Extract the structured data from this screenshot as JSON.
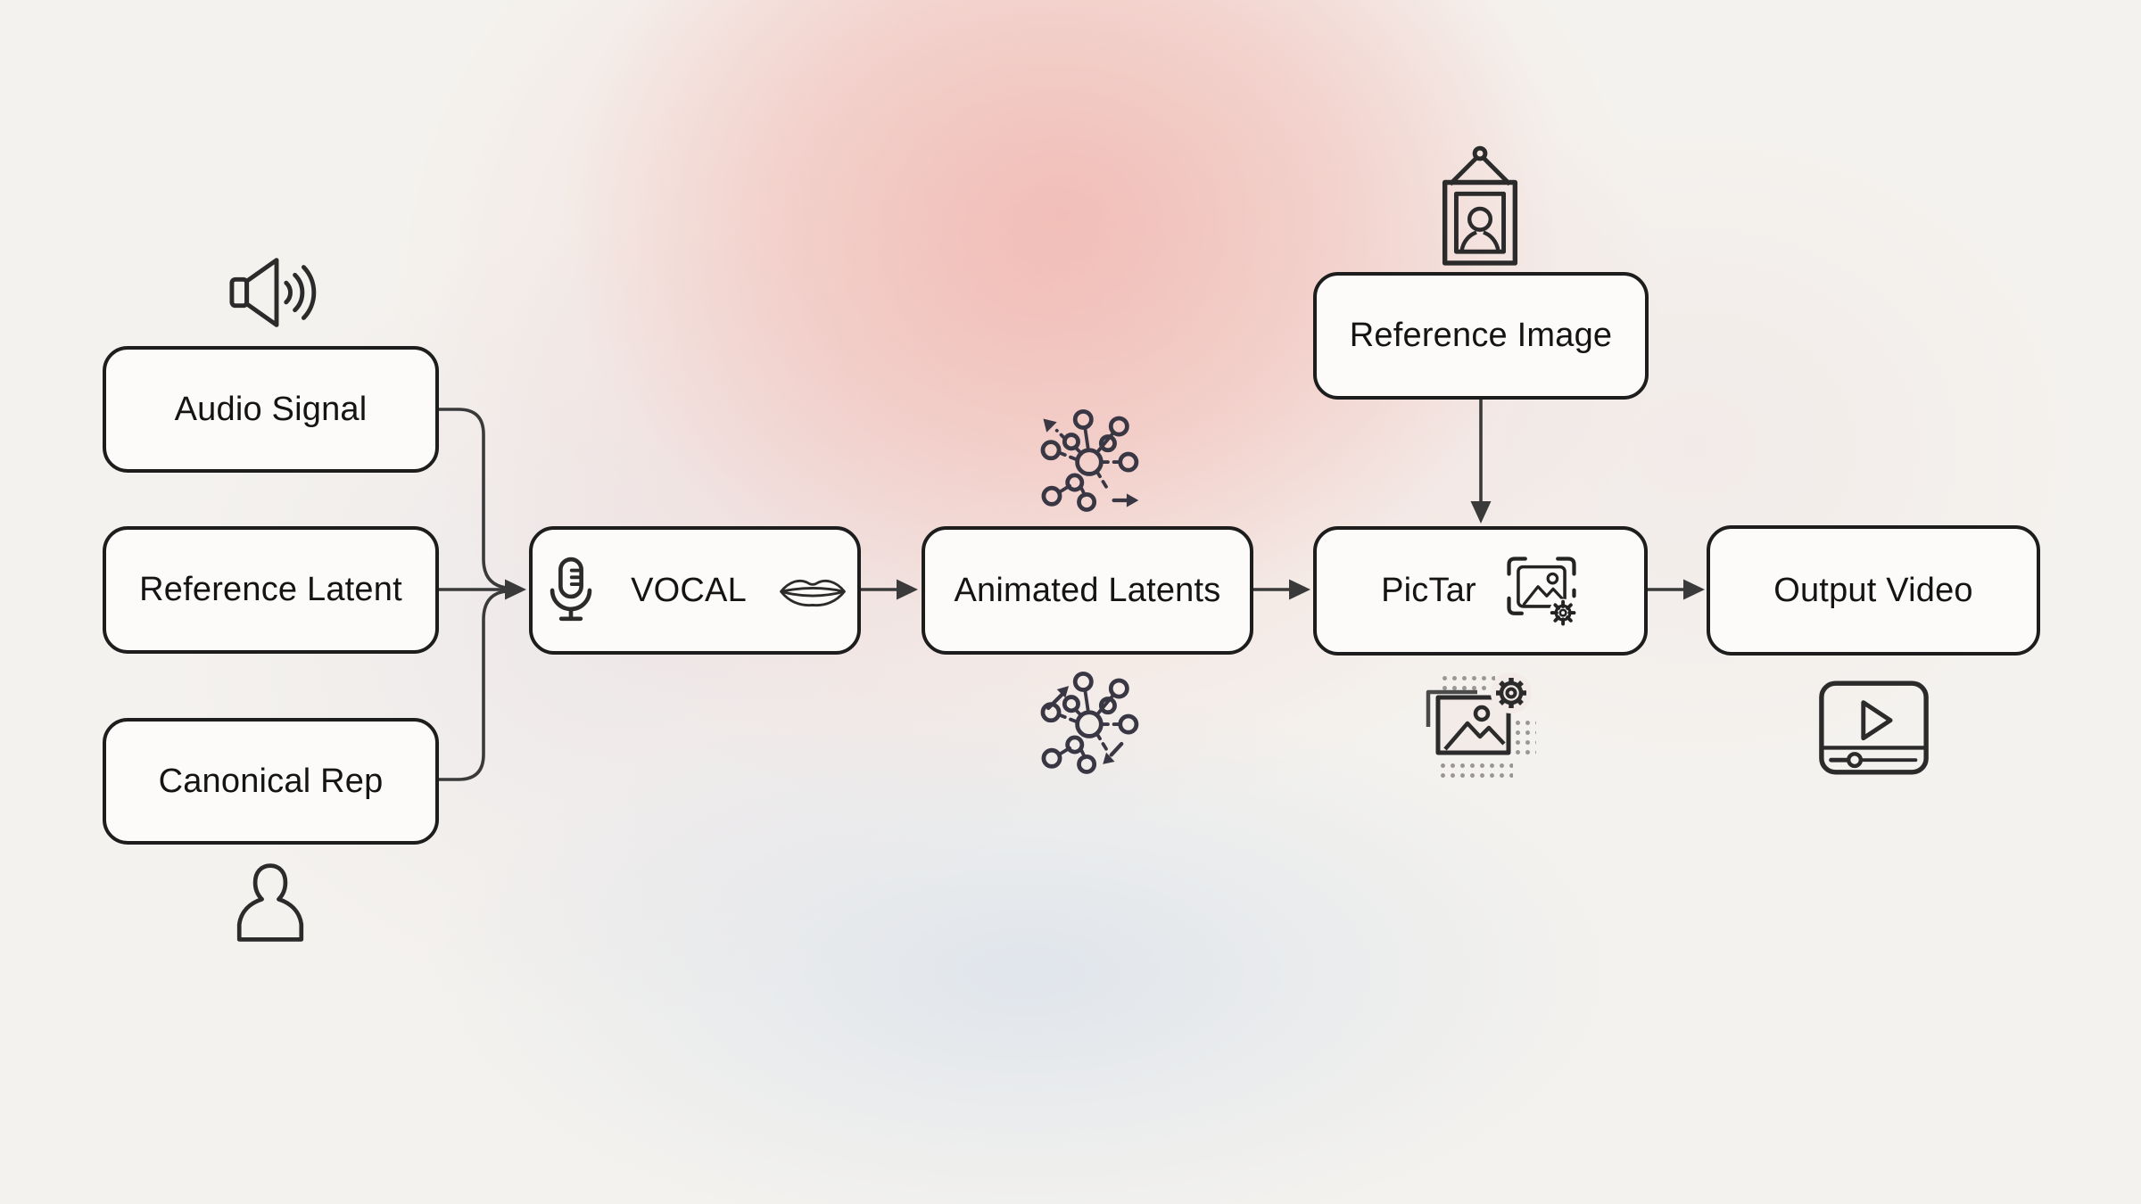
{
  "diagram": {
    "nodes": {
      "audio_signal": {
        "label": "Audio Signal"
      },
      "reference_latent": {
        "label": "Reference Latent"
      },
      "canonical_rep": {
        "label": "Canonical Rep"
      },
      "vocal": {
        "label": "VOCAL"
      },
      "animated_latents": {
        "label": "Animated Latents"
      },
      "reference_image": {
        "label": "Reference Image"
      },
      "pictar": {
        "label": "PicTar"
      },
      "output_video": {
        "label": "Output Video"
      }
    },
    "edges": [
      {
        "from": "Audio Signal",
        "to": "VOCAL"
      },
      {
        "from": "Reference Latent",
        "to": "VOCAL"
      },
      {
        "from": "Canonical Rep",
        "to": "VOCAL"
      },
      {
        "from": "VOCAL",
        "to": "Animated Latents"
      },
      {
        "from": "Animated Latents",
        "to": "PicTar"
      },
      {
        "from": "Reference Image",
        "to": "PicTar"
      },
      {
        "from": "PicTar",
        "to": "Output Video"
      }
    ],
    "icons": {
      "above_audio_signal": "speaker-icon",
      "below_canonical_rep": "person-icon",
      "inside_vocal_left": "microphone-icon",
      "inside_vocal_right": "lips-icon",
      "above_animated_latents": "neural-network-icon",
      "below_animated_latents": "neural-network-icon",
      "above_reference_image": "framed-portrait-icon",
      "inside_pictar": "image-crop-gear-icon",
      "below_pictar": "image-gear-dots-icon",
      "below_output_video": "video-player-icon"
    },
    "colors": {
      "node_fill": "#fcfbf9",
      "node_border": "#1d1d1d",
      "connector": "#3a3a3a",
      "icon_stroke": "#2b2b2b",
      "text": "#141414",
      "background_base": "#f4f2ee",
      "background_blob_pink": "#f3bcb6",
      "background_blob_blue": "#e0e5ec"
    }
  }
}
